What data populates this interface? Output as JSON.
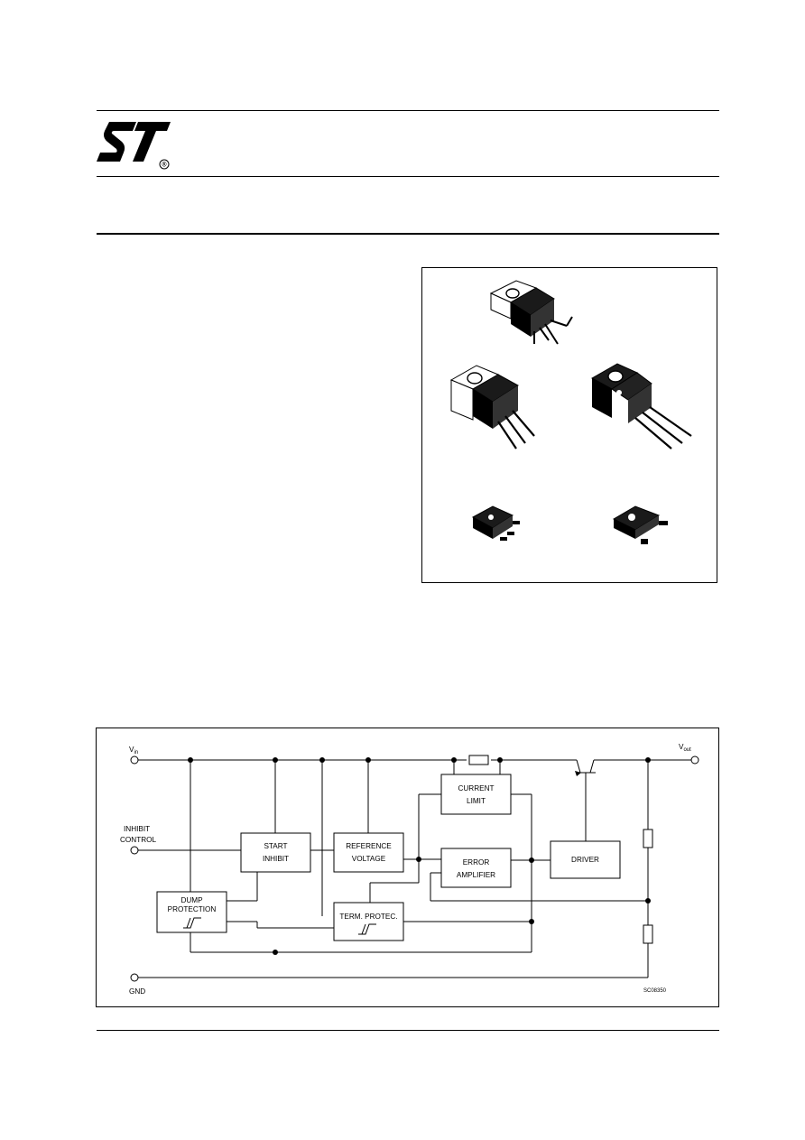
{
  "logo": {
    "registered_mark": "®"
  },
  "block_diagram": {
    "pins": {
      "vin_main": "V",
      "vin_sub": "in",
      "vout_main": "V",
      "vout_sub": "out",
      "inhibit_line1": "INHIBIT",
      "inhibit_line2": "CONTROL",
      "gnd": "GND"
    },
    "blocks": {
      "current_limit_line1": "CURRENT",
      "current_limit_line2": "LIMIT",
      "start_inhibit_line1": "START",
      "start_inhibit_line2": "INHIBIT",
      "reference_voltage_line1": "REFERENCE",
      "reference_voltage_line2": "VOLTAGE",
      "error_amplifier_line1": "ERROR",
      "error_amplifier_line2": "AMPLIFIER",
      "driver": "DRIVER",
      "dump_protection_line1": "DUMP",
      "dump_protection_line2": "PROTECTION",
      "term_protec": "TERM.  PROTEC."
    },
    "drawing_code": "SC08350"
  }
}
